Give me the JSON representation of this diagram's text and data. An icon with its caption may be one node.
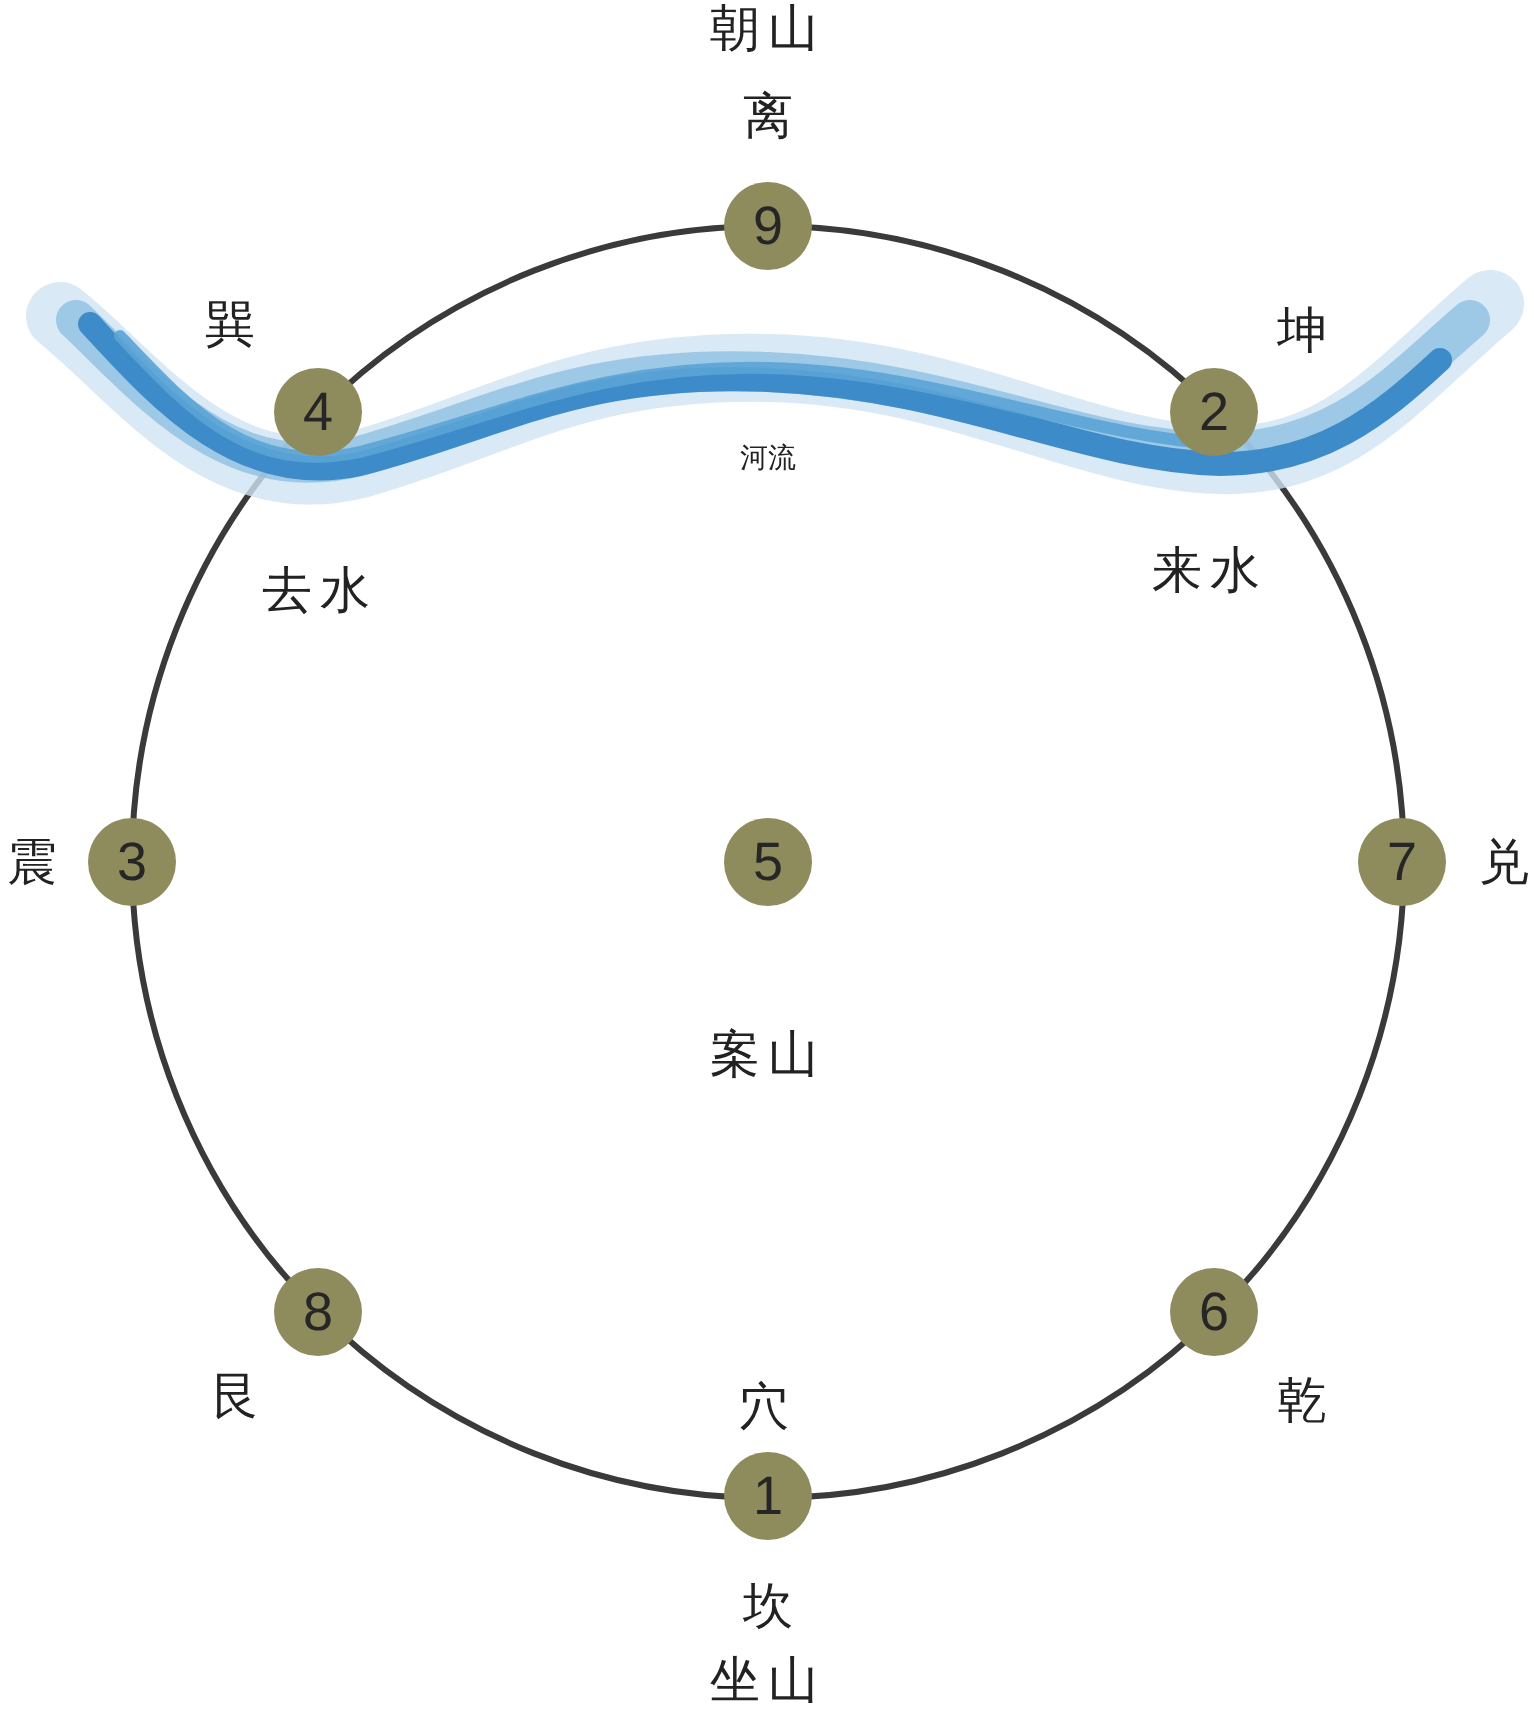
{
  "diagram": {
    "nodes": [
      {
        "text": [
          "9"
        ],
        "beside": [
          "离"
        ]
      },
      {
        "text": [
          "4"
        ],
        "beside": [
          "巽"
        ]
      },
      {
        "text": [
          "2"
        ],
        "beside": [
          "坤"
        ]
      },
      {
        "text": [
          "3"
        ],
        "beside": [
          "震"
        ]
      },
      {
        "text": [
          "5"
        ]
      },
      {
        "text": [
          "7"
        ],
        "beside": [
          "兑"
        ]
      },
      {
        "text": [
          "8"
        ],
        "beside": [
          "艮"
        ]
      },
      {
        "text": [
          "6"
        ],
        "beside": [
          "乾"
        ]
      },
      {
        "text": [
          "1"
        ],
        "beside": [
          "坎"
        ]
      }
    ],
    "labels": [
      "朝山",
      "河流",
      "去水",
      "来水",
      "案山",
      "穴",
      "坐山"
    ]
  }
}
